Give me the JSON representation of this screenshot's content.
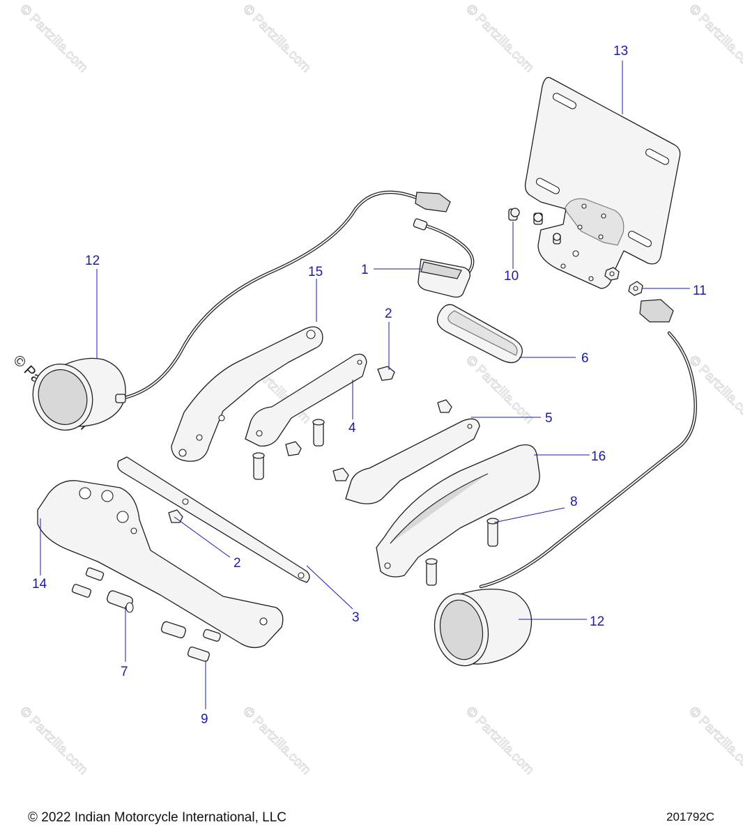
{
  "watermark": {
    "text": "© Partzilla.com",
    "color": "#d2d2d2"
  },
  "callouts": [
    {
      "id": "c1",
      "label": "1"
    },
    {
      "id": "c2a",
      "label": "2"
    },
    {
      "id": "c2b",
      "label": "2"
    },
    {
      "id": "c3",
      "label": "3"
    },
    {
      "id": "c4",
      "label": "4"
    },
    {
      "id": "c5",
      "label": "5"
    },
    {
      "id": "c6",
      "label": "6"
    },
    {
      "id": "c7",
      "label": "7"
    },
    {
      "id": "c8",
      "label": "8"
    },
    {
      "id": "c9",
      "label": "9"
    },
    {
      "id": "c10",
      "label": "10"
    },
    {
      "id": "c11",
      "label": "11"
    },
    {
      "id": "c12a",
      "label": "12"
    },
    {
      "id": "c12b",
      "label": "12"
    },
    {
      "id": "c13",
      "label": "13"
    },
    {
      "id": "c14",
      "label": "14"
    },
    {
      "id": "c15",
      "label": "15"
    },
    {
      "id": "c16",
      "label": "16"
    }
  ],
  "footer": {
    "copyright": "© 2022 Indian Motorcycle International, LLC",
    "diagram_code": "201792C"
  },
  "colors": {
    "callout": "#1a1aa8",
    "line_art": "#1c1c1c",
    "background": "#ffffff"
  }
}
